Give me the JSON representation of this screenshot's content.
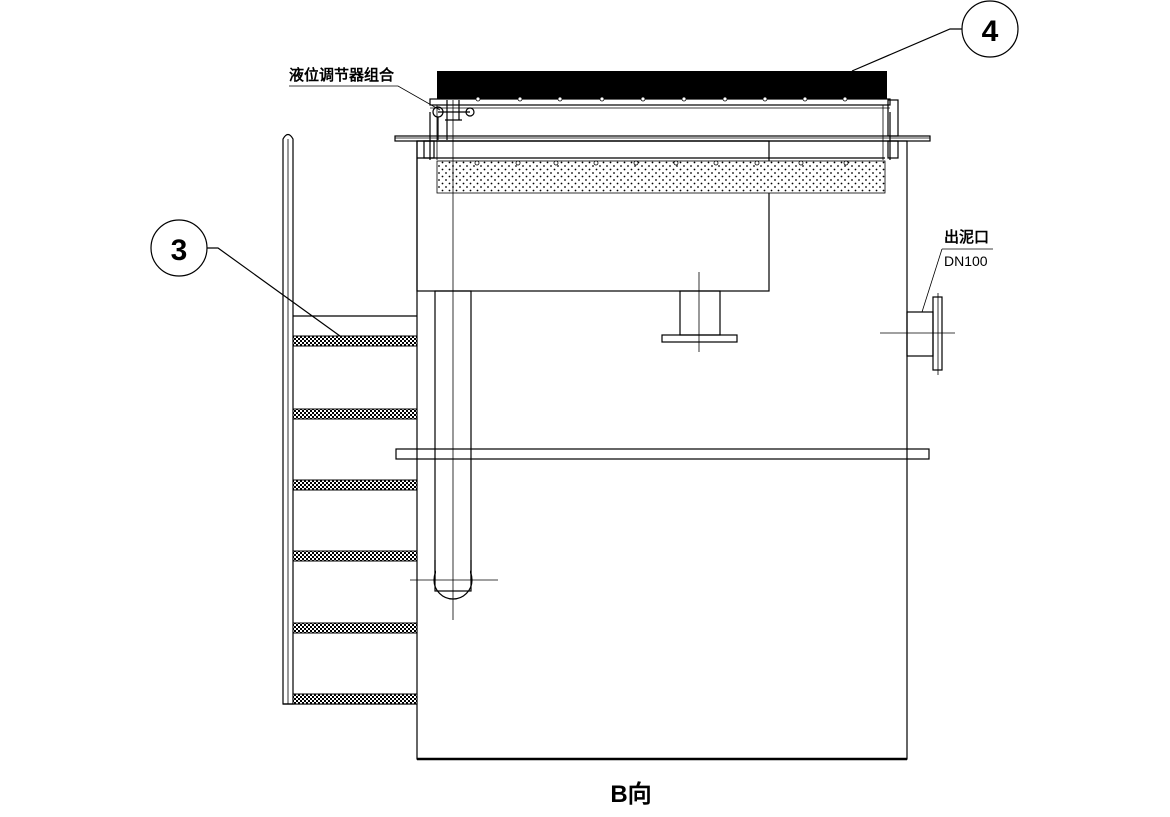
{
  "view_title": "B向",
  "callouts": {
    "balloon_3": "3",
    "balloon_4": "4"
  },
  "labels": {
    "level_regulator": "液位调节器组合",
    "sludge_outlet": "出泥口",
    "sludge_outlet_size": "DN100"
  }
}
